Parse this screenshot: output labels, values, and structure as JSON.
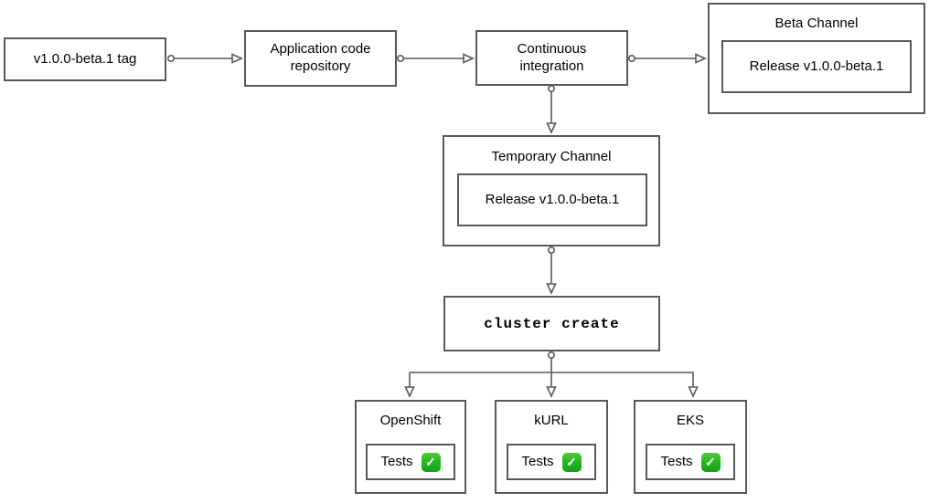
{
  "diagram": {
    "type": "flowchart",
    "description": "Beta release CI pipeline flow",
    "nodes": {
      "tag": {
        "label": "v1.0.0-beta.1 tag"
      },
      "repo": {
        "label": "Application code repository"
      },
      "ci": {
        "label": "Continuous integration"
      },
      "beta_channel": {
        "title": "Beta Channel",
        "release_label": "Release v1.0.0-beta.1"
      },
      "temporary_channel": {
        "title": "Temporary Channel",
        "release_label": "Release v1.0.0-beta.1"
      },
      "cluster_create": {
        "label": "cluster create"
      },
      "clusters": [
        {
          "title": "OpenShift",
          "tests_label": "Tests",
          "status": "passed",
          "status_icon": "check-mark-button-icon"
        },
        {
          "title": "kURL",
          "tests_label": "Tests",
          "status": "passed",
          "status_icon": "check-mark-button-icon"
        },
        {
          "title": "EKS",
          "tests_label": "Tests",
          "status": "passed",
          "status_icon": "check-mark-button-icon"
        }
      ]
    },
    "edges": [
      {
        "from": "tag",
        "to": "repo"
      },
      {
        "from": "repo",
        "to": "ci"
      },
      {
        "from": "ci",
        "to": "beta_channel"
      },
      {
        "from": "ci",
        "to": "temporary_channel"
      },
      {
        "from": "temporary_channel",
        "to": "cluster_create"
      },
      {
        "from": "cluster_create",
        "to": "OpenShift"
      },
      {
        "from": "cluster_create",
        "to": "kURL"
      },
      {
        "from": "cluster_create",
        "to": "EKS"
      }
    ],
    "icons": {
      "check_glyph": "✓"
    },
    "colors": {
      "border": "#595959",
      "arrow": "#595959",
      "text": "#000000",
      "check_green": "#21b321",
      "background": "#ffffff"
    }
  }
}
